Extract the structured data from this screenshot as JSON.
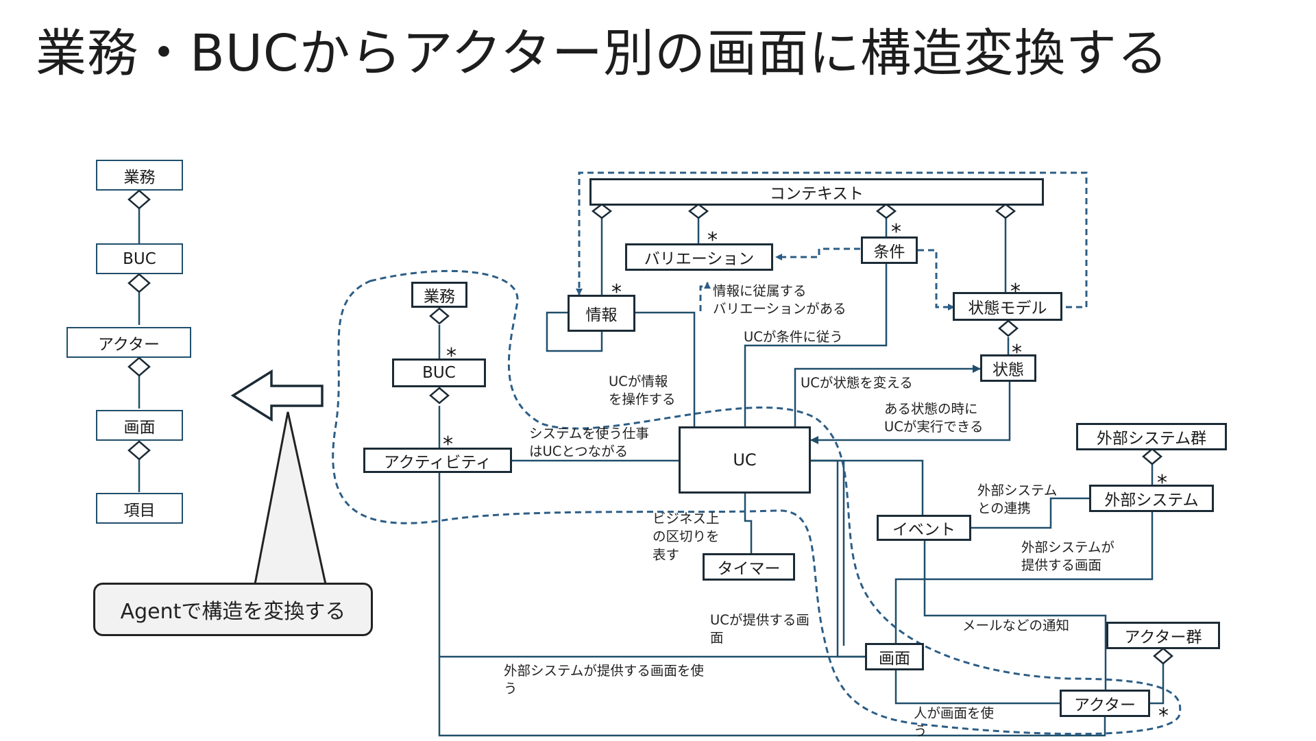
{
  "title": "業務・BUCからアクター別の画面に構造変換する",
  "left_chain": [
    "業務",
    "BUC",
    "アクター",
    "画面",
    "項目"
  ],
  "callout": "Agentで構造を変換する",
  "nodes": {
    "context": "コンテキスト",
    "variation": "バリエーション",
    "condition": "条件",
    "info": "情報",
    "state_model": "状態モデル",
    "state": "状態",
    "gyomu": "業務",
    "buc": "BUC",
    "activity": "アクティビティ",
    "uc": "UC",
    "timer": "タイマー",
    "ext_group": "外部システム群",
    "ext_system": "外部システム",
    "event": "イベント",
    "screen": "画面",
    "actor_group": "アクター群",
    "actor": "アクター"
  },
  "labels": {
    "info_variation": "情報に従属する\nバリエーションがある",
    "uc_condition": "UCが条件に従う",
    "uc_info": "UCが情報\nを操作する",
    "uc_state_change": "UCが状態を変える",
    "state_exec": "ある状態の時に\nUCが実行できる",
    "activity_uc": "システムを使う仕事\nはUCとつながる",
    "business_break": "ビジネス上\nの区切りを\n表す",
    "ext_link": "外部システム\nとの連携",
    "ext_screen": "外部システムが\n提供する画面",
    "uc_screen": "UCが提供する画\n面",
    "mail_notice": "メールなどの通知",
    "use_ext_screen": "外部システムが提供する画面を使\nう",
    "human_screen": "人が画面を使\nう"
  },
  "multiplicity": "*",
  "colors": {
    "line": "#1f4e6b",
    "dashed": "#2b5d86",
    "box_border": "#1f4e6b"
  }
}
